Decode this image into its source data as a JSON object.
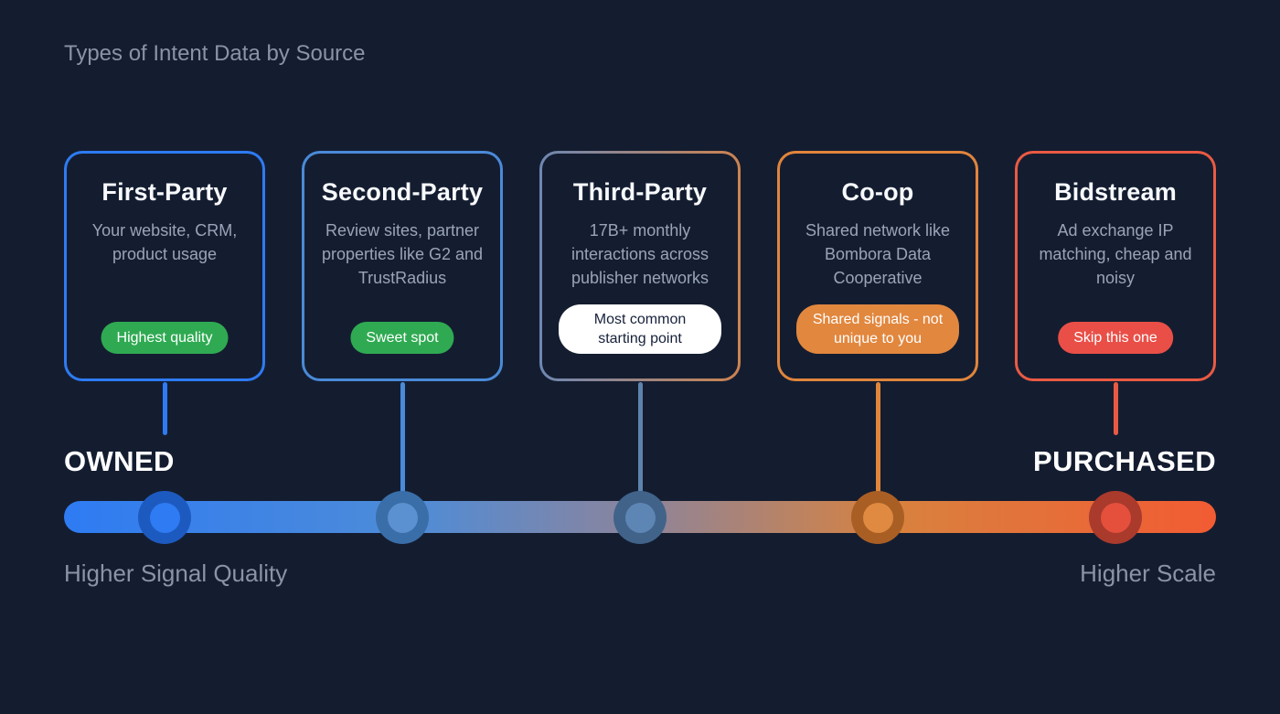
{
  "header": {
    "title": "Types of Intent Data by Source"
  },
  "cards": [
    {
      "title": "First-Party",
      "description": "Your website, CRM, product usage",
      "badge": {
        "label": "Highest quality",
        "bg": "#2faa52",
        "text_color": "#ffffff"
      },
      "border": {
        "from": "#2e7bf3",
        "to": "#2e7bf3"
      },
      "connector_color": "#2e7bf3",
      "node": {
        "ring": "#1d5ac0",
        "center": "#2e7bf3"
      }
    },
    {
      "title": "Second-Party",
      "description": "Review sites, partner properties like G2 and TrustRadius",
      "badge": {
        "label": "Sweet spot",
        "bg": "#2faa52",
        "text_color": "#ffffff"
      },
      "border": {
        "from": "#4a8ad8",
        "to": "#4a8ad8"
      },
      "connector_color": "#4a8ad8",
      "node": {
        "ring": "#3a6ea8",
        "center": "#5b91d0"
      }
    },
    {
      "title": "Third-Party",
      "description": "17B+ monthly interactions across publisher networks",
      "badge": {
        "label": "Most common starting point",
        "bg": "#ffffff",
        "text_color": "#16213a"
      },
      "border": {
        "from": "#6e87b2",
        "to": "#cd8350"
      },
      "connector_color": "#5f82ad",
      "node": {
        "ring": "#41638a",
        "center": "#5d86b4"
      }
    },
    {
      "title": "Co-op",
      "description": "Shared network like Bombora Data Cooperative",
      "badge": {
        "label": "Shared signals - not unique to you",
        "bg": "#e2873e",
        "text_color": "#ffffff"
      },
      "border": {
        "from": "#e0853c",
        "to": "#e0853c"
      },
      "connector_color": "#e0853c",
      "node": {
        "ring": "#a95f24",
        "center": "#e08a41"
      }
    },
    {
      "title": "Bidstream",
      "description": "Ad exchange IP matching, cheap and noisy",
      "badge": {
        "label": "Skip this one",
        "bg": "#e94f47",
        "text_color": "#ffffff"
      },
      "border": {
        "from": "#ea5a43",
        "to": "#ea5a43"
      },
      "connector_color": "#ea5a43",
      "node": {
        "ring": "#a93a2c",
        "center": "#e4503c"
      }
    }
  ],
  "spectrum": {
    "left_label": "OWNED",
    "right_label": "PURCHASED",
    "bottom_left_label": "Higher Signal Quality",
    "bottom_right_label": "Higher Scale",
    "bar_gradient_css": "linear-gradient(90deg, #2e7bf3 0%, #4e8cd8 30%, #8d849b 50%, #d8823f 72%, #f25b33 100%)",
    "bar_colors": [
      "#2e7bf3",
      "#4e8cd8",
      "#8d849b",
      "#d8823f",
      "#f25b33"
    ]
  }
}
